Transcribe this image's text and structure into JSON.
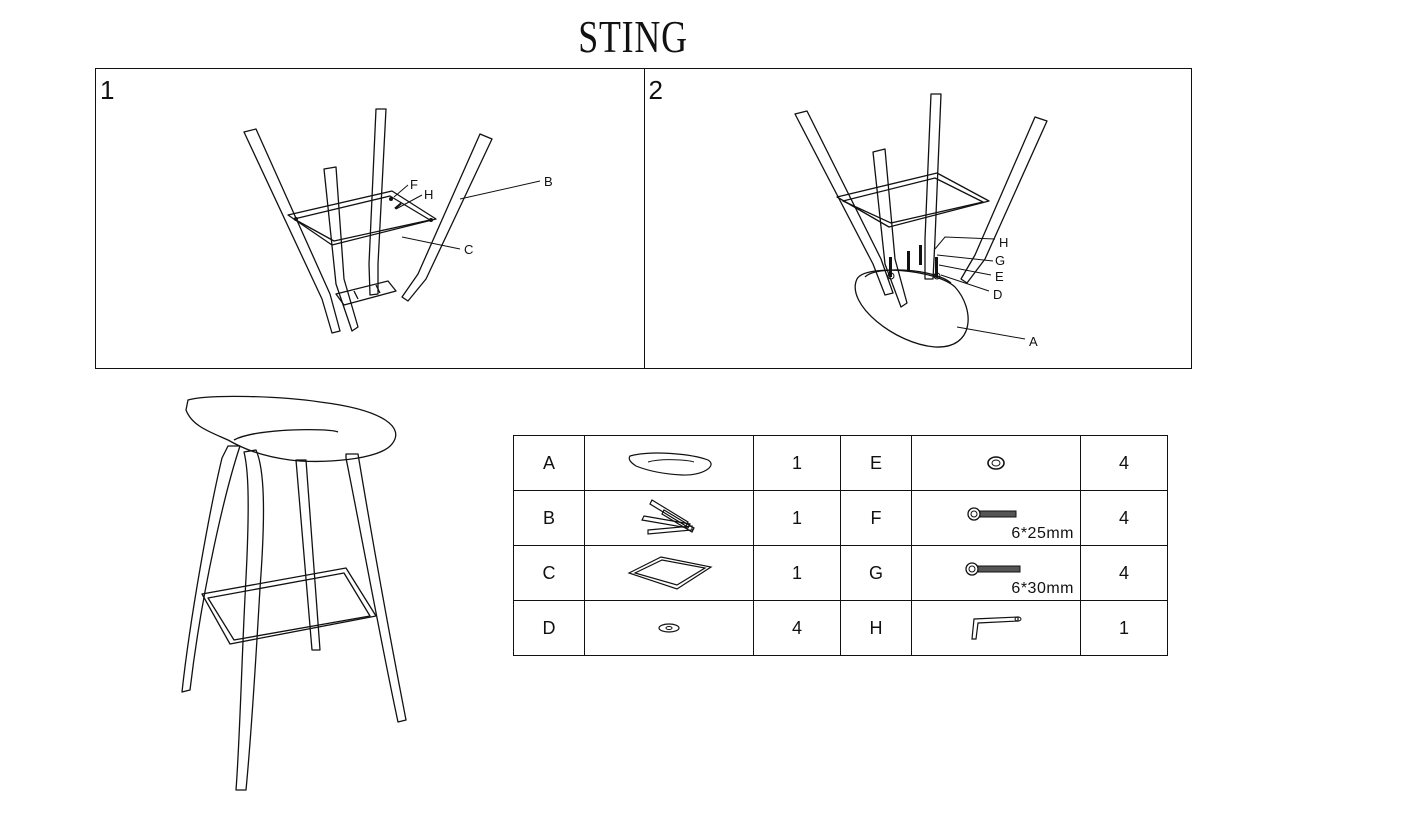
{
  "title": "STING",
  "steps": [
    {
      "number": "1",
      "callouts": [
        "F",
        "H",
        "B",
        "C"
      ]
    },
    {
      "number": "2",
      "callouts": [
        "H",
        "G",
        "E",
        "D",
        "A"
      ]
    }
  ],
  "parts": [
    {
      "letter": "A",
      "icon": "seat-shell-icon",
      "qty": "1"
    },
    {
      "letter": "B",
      "icon": "legs-bundle-icon",
      "qty": "1"
    },
    {
      "letter": "C",
      "icon": "footrest-frame-icon",
      "qty": "1"
    },
    {
      "letter": "D",
      "icon": "washer-icon",
      "qty": "4"
    },
    {
      "letter": "E",
      "icon": "spring-washer-icon",
      "qty": "4"
    },
    {
      "letter": "F",
      "icon": "bolt-icon",
      "size": "6*25mm",
      "qty": "4"
    },
    {
      "letter": "G",
      "icon": "bolt-icon",
      "size": "6*30mm",
      "qty": "4"
    },
    {
      "letter": "H",
      "icon": "allen-key-icon",
      "qty": "1"
    }
  ]
}
